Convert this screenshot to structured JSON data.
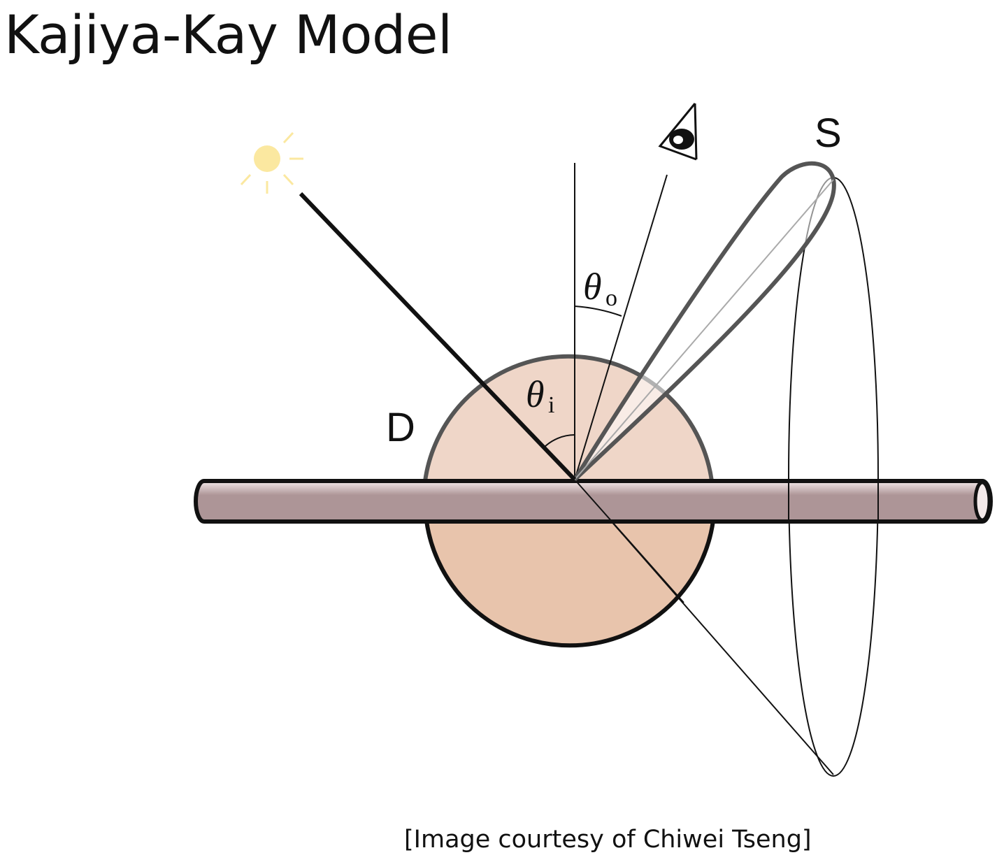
{
  "slide": {
    "title": "Kajiya-Kay Model",
    "caption": "[Image courtesy of Chiwei Tseng]"
  },
  "diagram": {
    "labels": {
      "specular": "S",
      "diffuse": "D",
      "theta_symbol": "θ",
      "theta_out_sub": "o",
      "theta_in_sub": "i"
    },
    "icons": [
      "sun-icon",
      "eye-icon"
    ],
    "colors": {
      "diffuse_fill_top": "#efd6c8",
      "diffuse_fill_bottom": "#e8c4ac",
      "hair_fiber": "#ad9597",
      "outline": "#111111",
      "lobe_outline": "#555555",
      "sun": "#fbe8a0"
    }
  }
}
